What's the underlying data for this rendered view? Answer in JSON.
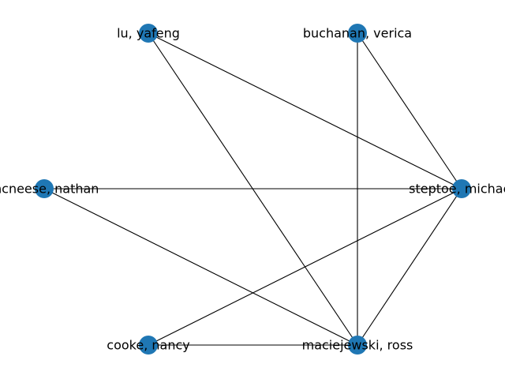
{
  "graph": {
    "node_color": "#1f77b4",
    "edge_color": "#000000",
    "nodes": [
      {
        "id": "lu",
        "label": "lu, yafeng"
      },
      {
        "id": "buchanan",
        "label": "buchanan, verica"
      },
      {
        "id": "mcneese",
        "label": "mcneese, nathan"
      },
      {
        "id": "steptoe",
        "label": "steptoe, michael"
      },
      {
        "id": "cooke",
        "label": "cooke, nancy"
      },
      {
        "id": "maciejewski",
        "label": "maciejewski, ross"
      }
    ],
    "edges": [
      [
        "lu",
        "steptoe"
      ],
      [
        "lu",
        "maciejewski"
      ],
      [
        "buchanan",
        "steptoe"
      ],
      [
        "buchanan",
        "maciejewski"
      ],
      [
        "mcneese",
        "steptoe"
      ],
      [
        "mcneese",
        "maciejewski"
      ],
      [
        "steptoe",
        "cooke"
      ],
      [
        "steptoe",
        "maciejewski"
      ],
      [
        "cooke",
        "maciejewski"
      ]
    ]
  }
}
